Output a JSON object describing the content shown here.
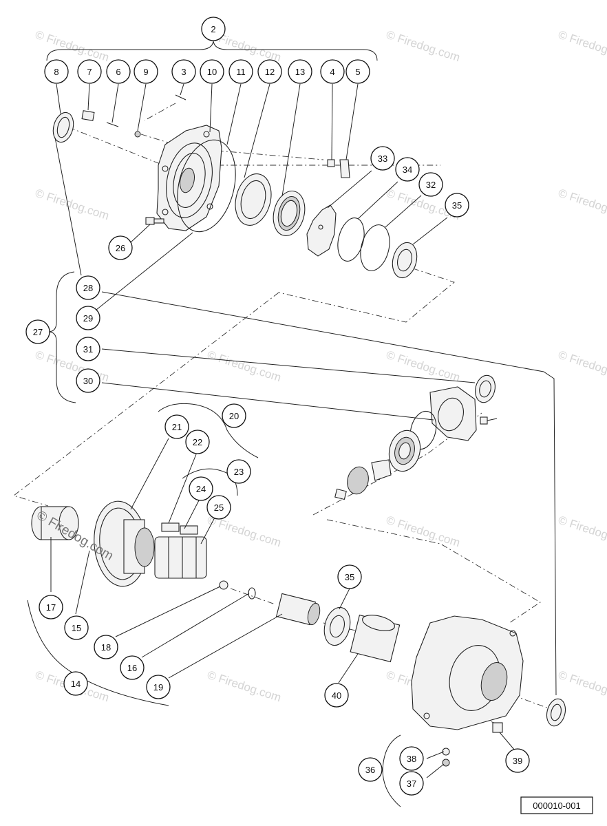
{
  "watermark": {
    "text": "© Firedog.com"
  },
  "document_number": "000010-001",
  "callouts": [
    {
      "id": "2"
    },
    {
      "id": "8"
    },
    {
      "id": "7"
    },
    {
      "id": "6"
    },
    {
      "id": "9"
    },
    {
      "id": "3"
    },
    {
      "id": "10"
    },
    {
      "id": "11"
    },
    {
      "id": "12"
    },
    {
      "id": "13"
    },
    {
      "id": "4"
    },
    {
      "id": "5"
    },
    {
      "id": "33"
    },
    {
      "id": "34"
    },
    {
      "id": "32"
    },
    {
      "id": "35"
    },
    {
      "id": "26"
    },
    {
      "id": "28"
    },
    {
      "id": "27"
    },
    {
      "id": "29"
    },
    {
      "id": "31"
    },
    {
      "id": "30"
    },
    {
      "id": "20"
    },
    {
      "id": "21"
    },
    {
      "id": "22"
    },
    {
      "id": "23"
    },
    {
      "id": "24"
    },
    {
      "id": "25"
    },
    {
      "id": "17"
    },
    {
      "id": "15"
    },
    {
      "id": "35"
    },
    {
      "id": "18"
    },
    {
      "id": "16"
    },
    {
      "id": "19"
    },
    {
      "id": "14"
    },
    {
      "id": "40"
    },
    {
      "id": "36"
    },
    {
      "id": "38"
    },
    {
      "id": "37"
    },
    {
      "id": "39"
    }
  ]
}
